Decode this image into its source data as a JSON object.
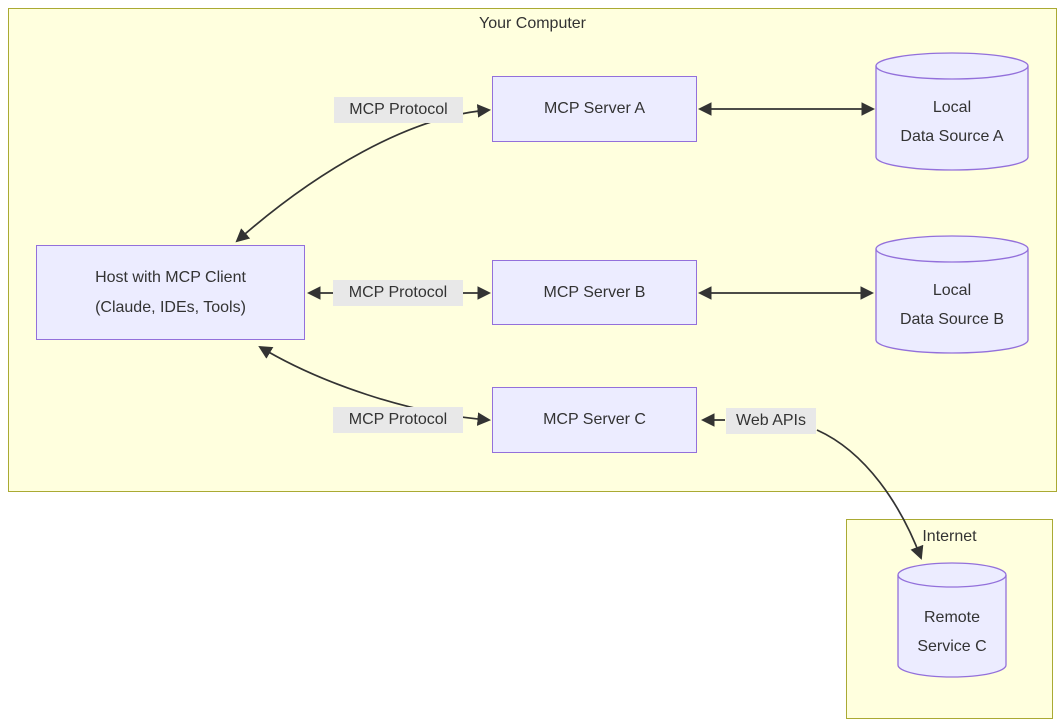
{
  "diagram": {
    "clusters": {
      "your_computer": {
        "title": "Your Computer"
      },
      "internet": {
        "title": "Internet"
      }
    },
    "nodes": {
      "host": {
        "line1": "Host with MCP Client",
        "line2": "(Claude, IDEs, Tools)"
      },
      "server_a": {
        "label": "MCP Server A"
      },
      "server_b": {
        "label": "MCP Server B"
      },
      "server_c": {
        "label": "MCP Server C"
      },
      "data_source_a": {
        "line1": "Local",
        "line2": "Data Source A"
      },
      "data_source_b": {
        "line1": "Local",
        "line2": "Data Source B"
      },
      "remote_service_c": {
        "line1": "Remote",
        "line2": "Service C"
      }
    },
    "edge_labels": {
      "mcp_protocol_a": "MCP Protocol",
      "mcp_protocol_b": "MCP Protocol",
      "mcp_protocol_c": "MCP Protocol",
      "web_apis": "Web APIs"
    },
    "colors": {
      "cluster_fill": "#ffffde",
      "cluster_border": "#aaaa33",
      "node_fill": "#ececff",
      "node_border": "#9370db",
      "edge_label_bg": "#e8e8e8",
      "line": "#333333",
      "text": "#333333"
    }
  }
}
